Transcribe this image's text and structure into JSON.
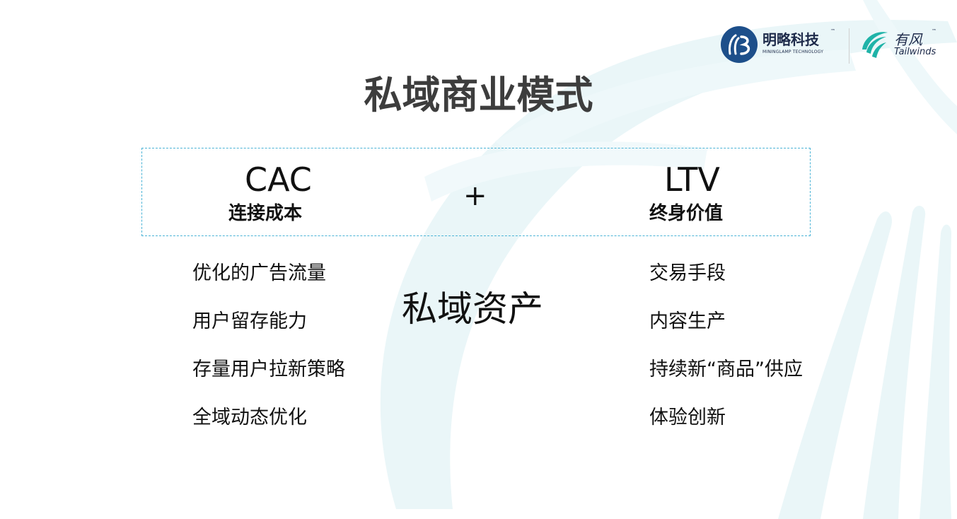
{
  "slide": {
    "title": "私域商业模式",
    "left": {
      "metric": "CAC",
      "metric_cn": "连接成本",
      "items": [
        "优化的广告流量",
        "用户留存能力",
        "存量用户拉新策略",
        "全域动态优化"
      ]
    },
    "operator": "+",
    "right": {
      "metric": "LTV",
      "metric_cn": "终身价值",
      "items": [
        "交易手段",
        "内容生产",
        "持续新“商品”供应",
        "体验创新"
      ]
    },
    "center_label": "私域资产"
  },
  "logos": {
    "brand1_cn": "明略科技",
    "brand1_en": "MININGLAMP TECHNOLOGY",
    "brand2_cn": "有风",
    "brand2_en": "Tailwinds",
    "tm": "™"
  },
  "colors": {
    "accent": "#4ab3d6",
    "logo_navy": "#1d2a4a",
    "logo_teal": "#1fb3a8",
    "title_gray": "#3d3d3d",
    "bg_wash": "#eaf6f8"
  }
}
